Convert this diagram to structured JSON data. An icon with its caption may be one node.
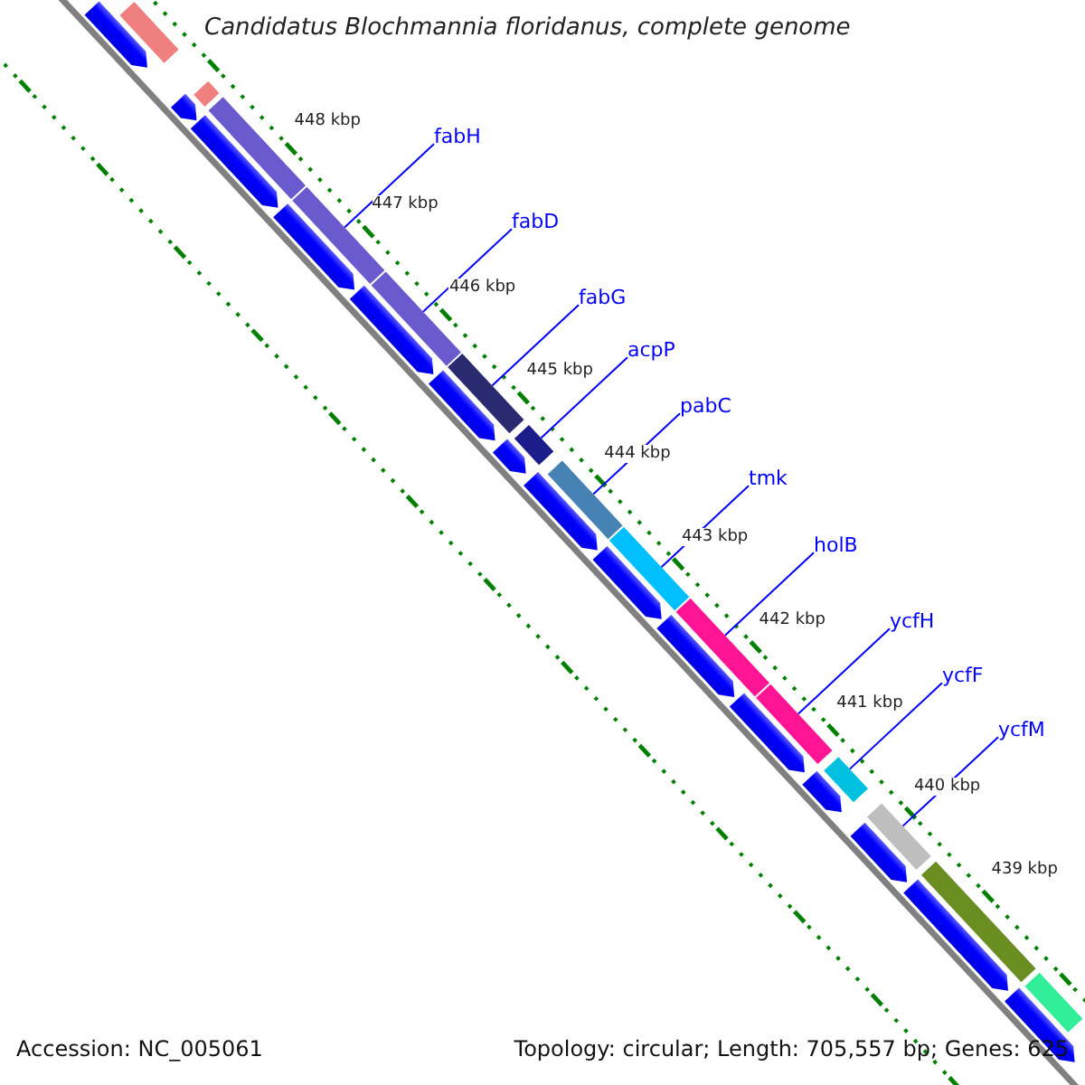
{
  "diagram": {
    "title": "Candidatus Blochmannia floridanus, complete genome",
    "nodes": [
      {
        "text": [
          "fabH"
        ]
      },
      {
        "text": [],
        "shape": "bar"
      },
      {
        "text": [
          "fabD"
        ]
      },
      {
        "text": [],
        "shape": "bar"
      },
      {
        "text": [
          "fabG"
        ]
      },
      {
        "text": [],
        "shape": "bar"
      },
      {
        "text": [
          "acpP"
        ]
      },
      {
        "text": [],
        "shape": "bar"
      },
      {
        "text": [
          "pabC"
        ]
      },
      {
        "text": [],
        "shape": "bar"
      },
      {
        "text": [
          "tmk"
        ]
      },
      {
        "text": [],
        "shape": "bar"
      },
      {
        "text": [
          "holB"
        ]
      },
      {
        "text": [],
        "shape": "bar"
      },
      {
        "text": [
          "ycfH"
        ]
      },
      {
        "text": [],
        "shape": "bar"
      },
      {
        "text": [
          "ycfF"
        ]
      },
      {
        "text": [],
        "shape": "bar"
      },
      {
        "text": [
          "ycfM"
        ]
      },
      {
        "text": [],
        "shape": "bar"
      },
      {
        "text": [],
        "shape": "bar"
      },
      {
        "text": [],
        "shape": "bar"
      },
      {
        "text": [],
        "shape": "bar"
      },
      {
        "text": [],
        "shape": "bar"
      },
      {
        "text": [],
        "shape": "bar"
      },
      {
        "text": [],
        "shape": "arrow"
      },
      {
        "text": [],
        "shape": "arrow"
      },
      {
        "text": [],
        "shape": "arrow"
      },
      {
        "text": [],
        "shape": "arrow"
      },
      {
        "text": [],
        "shape": "arrow"
      },
      {
        "text": [],
        "shape": "arrow"
      },
      {
        "text": [],
        "shape": "arrow"
      },
      {
        "text": [],
        "shape": "arrow"
      },
      {
        "text": [],
        "shape": "arrow"
      },
      {
        "text": [],
        "shape": "arrow"
      },
      {
        "text": [],
        "shape": "arrow"
      },
      {
        "text": [],
        "shape": "arrow"
      },
      {
        "text": [],
        "shape": "arrow"
      },
      {
        "text": [],
        "shape": "arrow"
      },
      {
        "text": [],
        "shape": "arrow"
      }
    ],
    "edges": [
      {
        "from": 0,
        "to": 1,
        "arrow": "none"
      },
      {
        "from": 2,
        "to": 3,
        "arrow": "none"
      },
      {
        "from": 4,
        "to": 5,
        "arrow": "none"
      },
      {
        "from": 6,
        "to": 7,
        "arrow": "none"
      },
      {
        "from": 8,
        "to": 9,
        "arrow": "none"
      },
      {
        "from": 10,
        "to": 11,
        "arrow": "none"
      },
      {
        "from": 12,
        "to": 13,
        "arrow": "none"
      },
      {
        "from": 14,
        "to": 15,
        "arrow": "none"
      },
      {
        "from": 16,
        "to": 17,
        "arrow": "none"
      },
      {
        "from": 18,
        "to": 19,
        "arrow": "none"
      }
    ],
    "labels": [
      "448 kbp",
      "447 kbp",
      "446 kbp",
      "445 kbp",
      "444 kbp",
      "443 kbp",
      "442 kbp",
      "441 kbp",
      "440 kbp",
      "439 kbp",
      "Accession: NC_005061",
      "Topology: circular; Length: 705,557 bp; Genes: 625"
    ]
  }
}
